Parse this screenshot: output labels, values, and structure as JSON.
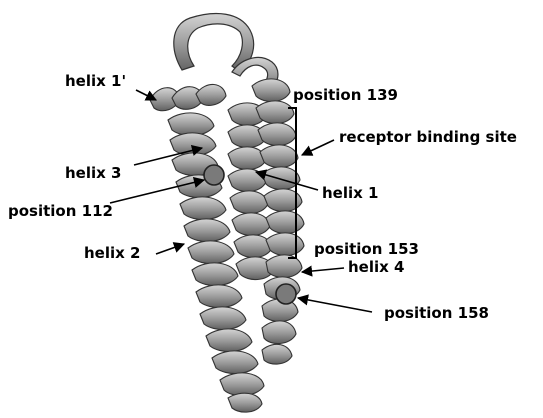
{
  "labels": {
    "helix1prime": "helix 1'",
    "position139": "position 139",
    "receptor": "receptor binding site",
    "helix3": "helix 3",
    "position112": "position 112",
    "helix1": "helix 1",
    "helix2": "helix 2",
    "position153": "position 153",
    "helix4": "helix 4",
    "position158": "position 158"
  },
  "colors": {
    "ribbon_light": "#c8c8c8",
    "ribbon_mid": "#9a9a9a",
    "ribbon_dark": "#5a5a5a",
    "outline": "#333333",
    "text": "#000000"
  }
}
